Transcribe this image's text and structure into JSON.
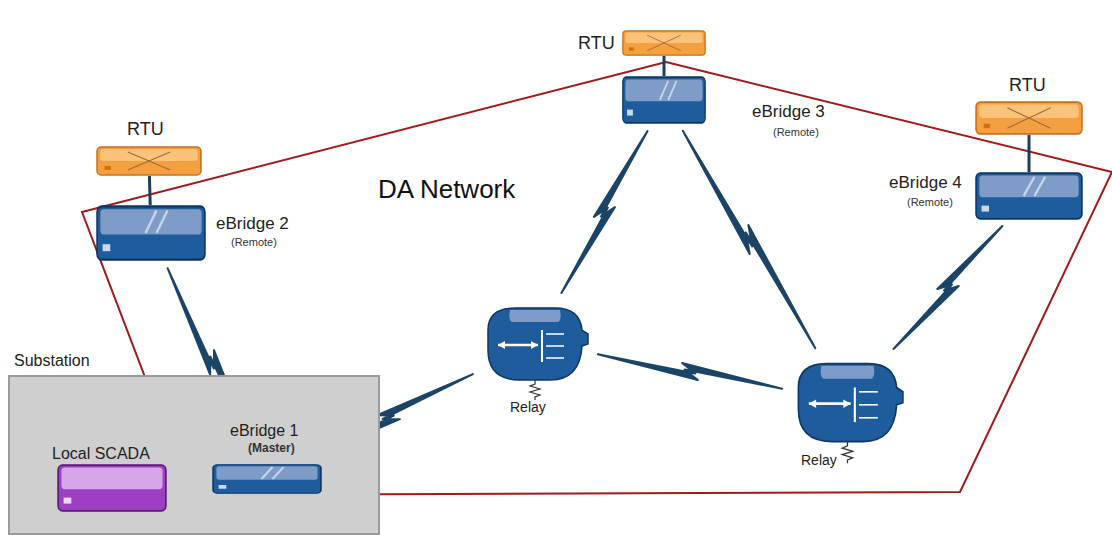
{
  "diagram": {
    "nodes": [
      {
        "text": [
          "RTU"
        ]
      },
      {
        "text": [
          "eBridge 3",
          "(Remote)"
        ]
      },
      {
        "text": [
          "RTU"
        ]
      },
      {
        "text": [
          "eBridge 2",
          "(Remote)"
        ]
      },
      {
        "text": [
          "RTU"
        ]
      },
      {
        "text": [
          "eBridge 4",
          "(Remote)"
        ]
      },
      {
        "text": [
          "Substation"
        ]
      },
      {
        "text": [
          "Local SCADA"
        ],
        "in": 6
      },
      {
        "text": [
          "eBridge 1",
          "(Master)"
        ],
        "in": 6
      },
      {
        "text": [
          "Relay"
        ]
      },
      {
        "text": [
          "Relay"
        ]
      }
    ],
    "edges": [
      {
        "from": 0,
        "to": 1,
        "arrow": "none"
      },
      {
        "from": 2,
        "to": 3,
        "arrow": "none"
      },
      {
        "from": 4,
        "to": 5,
        "arrow": "none"
      },
      {
        "from": 7,
        "to": 8,
        "arrow": "none"
      },
      {
        "from": 8,
        "to": 3,
        "arrow": "none"
      },
      {
        "from": 8,
        "to": 9,
        "arrow": "none"
      },
      {
        "from": 9,
        "to": 1,
        "arrow": "none"
      },
      {
        "from": 9,
        "to": 10,
        "arrow": "none"
      },
      {
        "from": 1,
        "to": 10,
        "arrow": "none"
      },
      {
        "from": 10,
        "to": 5,
        "arrow": "none"
      }
    ],
    "labels": [
      "DA Network"
    ]
  }
}
